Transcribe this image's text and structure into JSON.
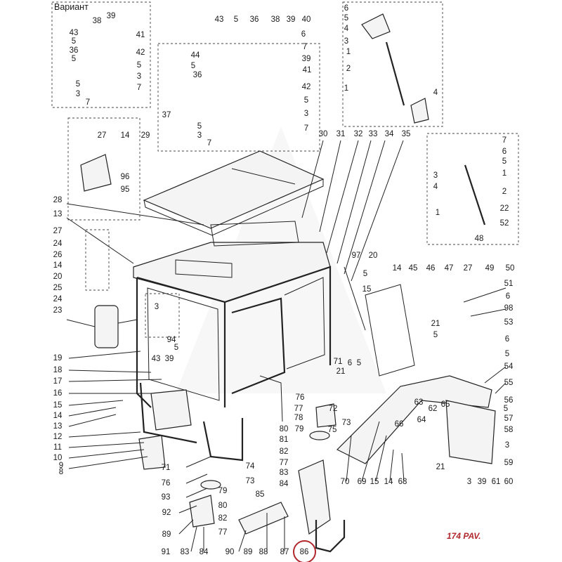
{
  "diagram": {
    "variant_label": "Вариант",
    "page_reference": "174 PAV.",
    "highlighted_callout": "86",
    "highlight_color": "#b0282c",
    "line_color": "#222222"
  }
}
